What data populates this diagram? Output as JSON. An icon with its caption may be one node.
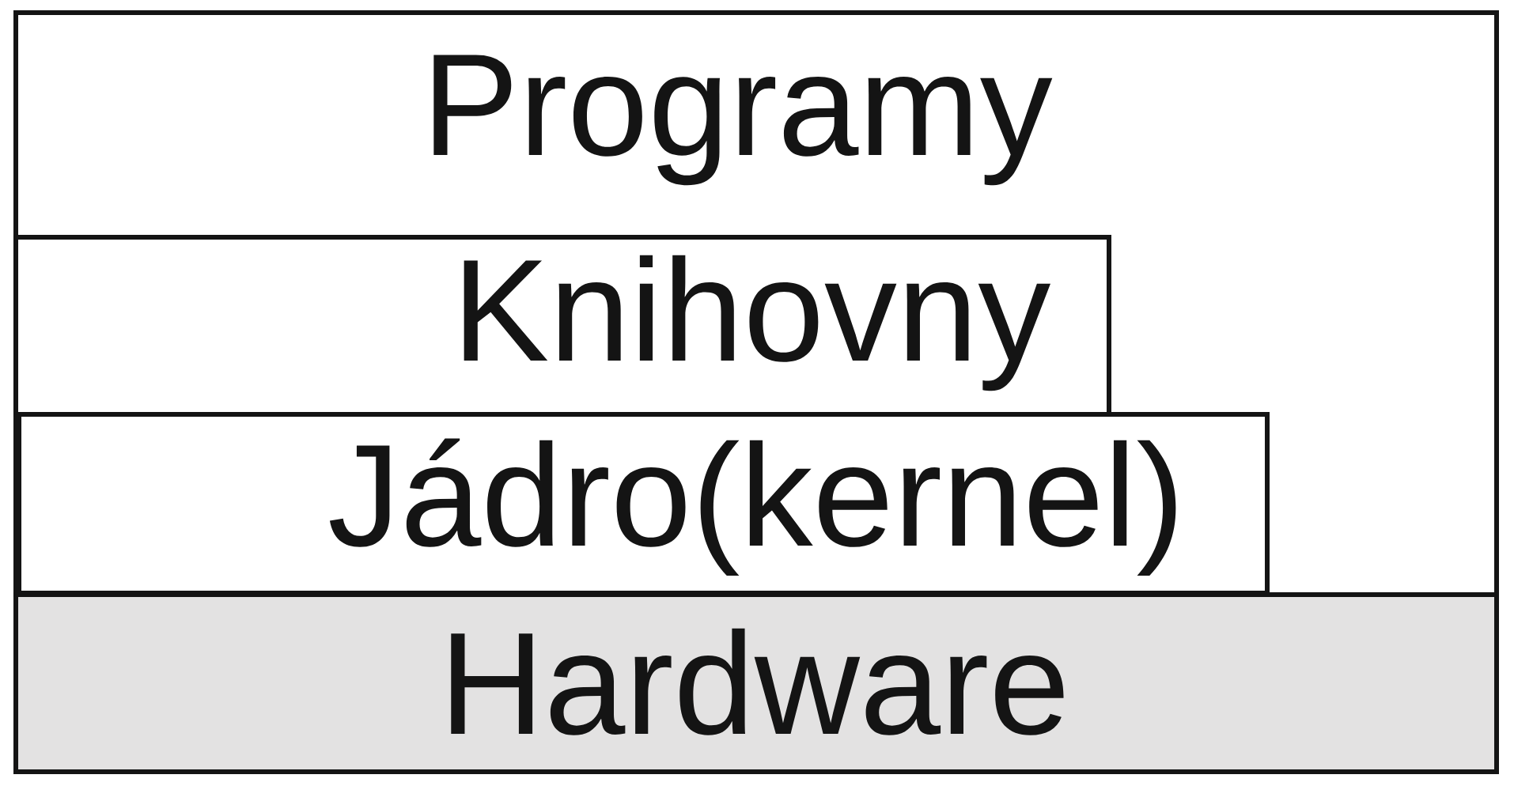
{
  "diagram": {
    "nodes": [
      {
        "text": [
          "Programy"
        ]
      },
      {
        "text": [
          "Knihovny"
        ],
        "in": 0
      },
      {
        "text": [
          "Jádro(kernel)"
        ],
        "in": 0
      },
      {
        "text": [
          "Hardware"
        ]
      }
    ]
  }
}
